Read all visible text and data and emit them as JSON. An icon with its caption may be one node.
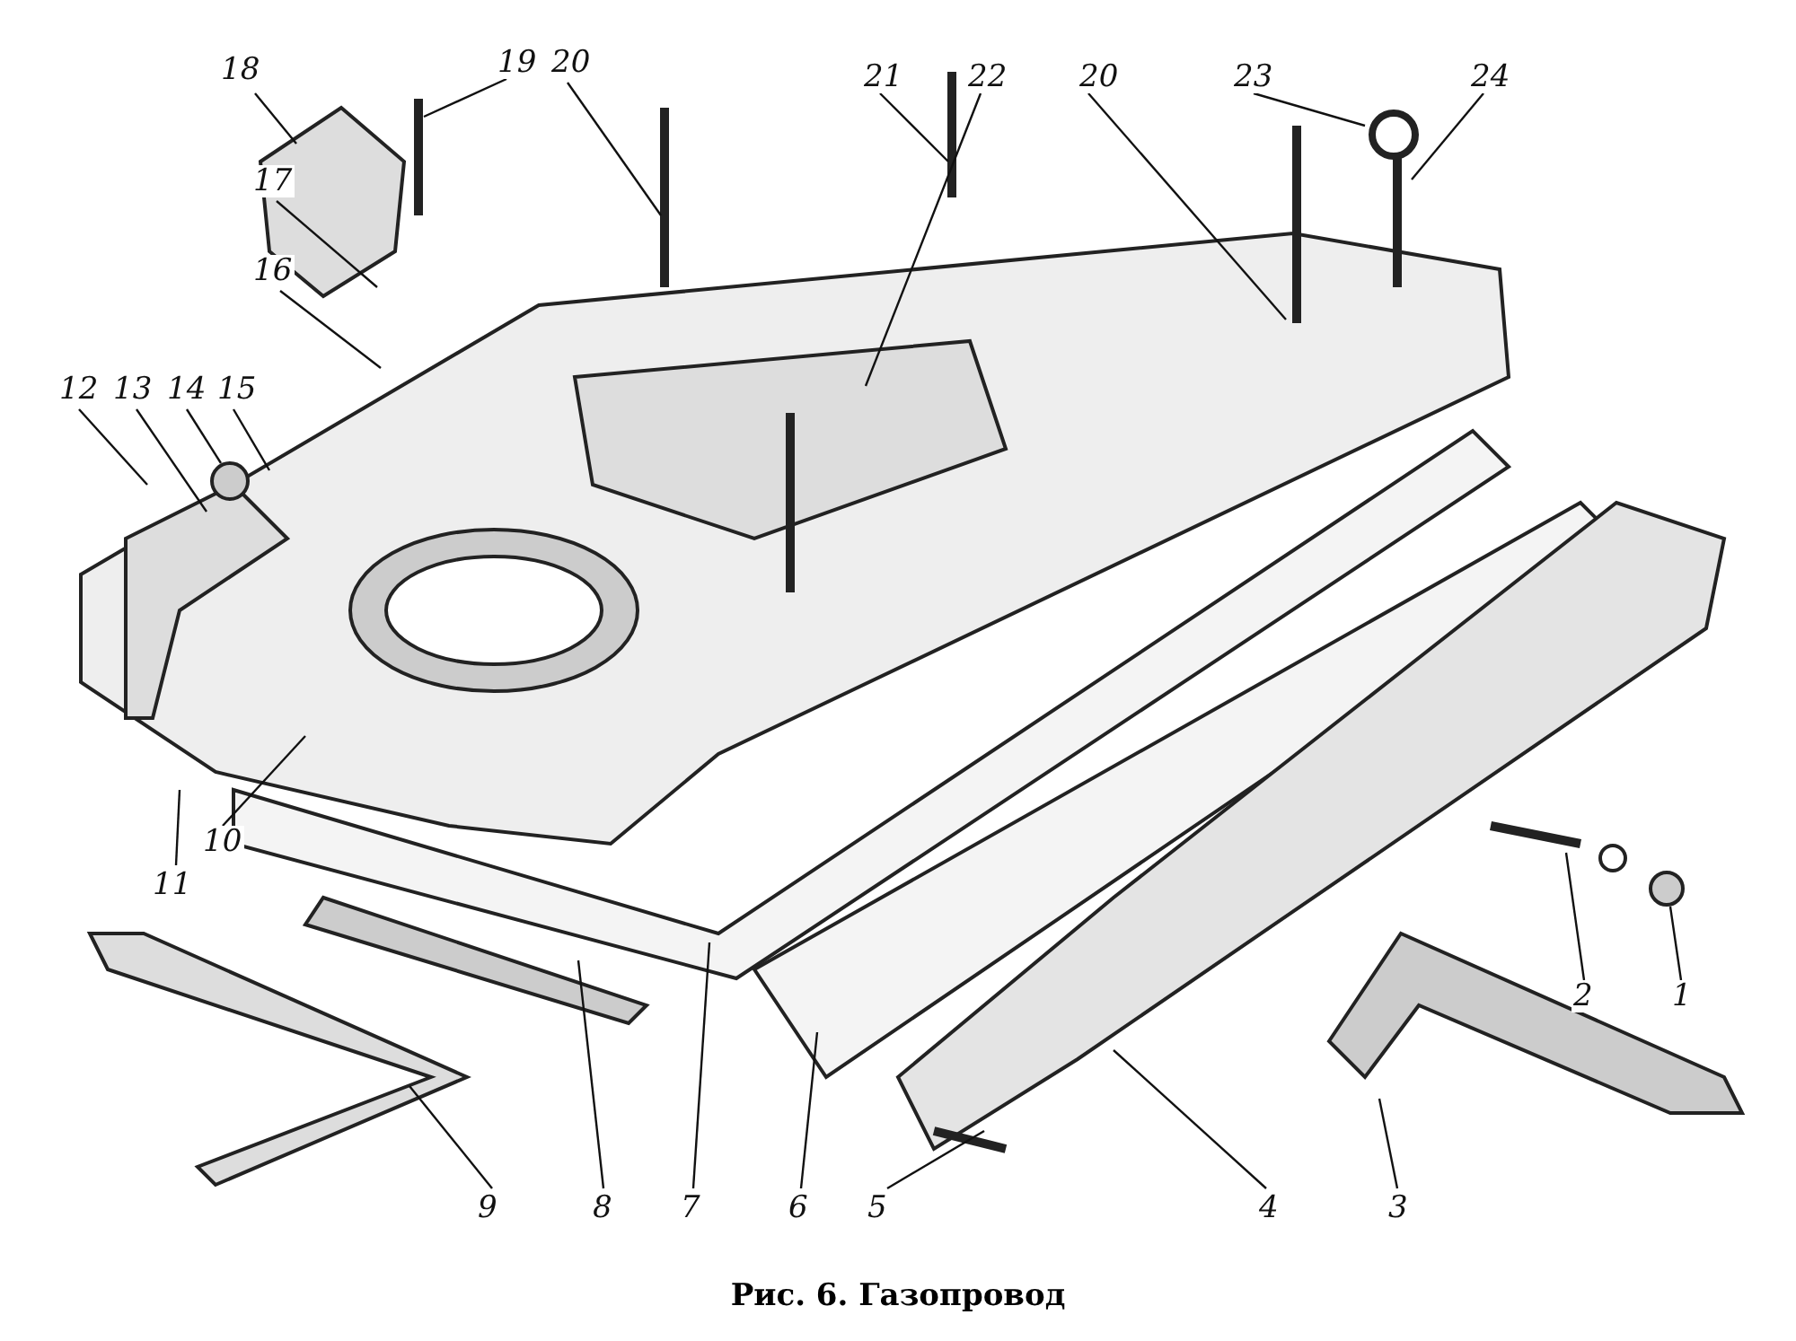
{
  "diagram": {
    "caption": "Рис. 6. Газопровод",
    "nodes": [
      {
        "text": [
          "18"
        ]
      },
      {
        "text": [
          "19"
        ]
      },
      {
        "text": [
          "20"
        ]
      },
      {
        "text": [
          "21"
        ]
      },
      {
        "text": [
          "22"
        ]
      },
      {
        "text": [
          "20"
        ]
      },
      {
        "text": [
          "23"
        ]
      },
      {
        "text": [
          "24"
        ]
      },
      {
        "text": [
          "17"
        ]
      },
      {
        "text": [
          "16"
        ]
      },
      {
        "text": [
          "12"
        ]
      },
      {
        "text": [
          "13"
        ]
      },
      {
        "text": [
          "14"
        ]
      },
      {
        "text": [
          "15"
        ]
      },
      {
        "text": [
          "11"
        ]
      },
      {
        "text": [
          "10"
        ]
      },
      {
        "text": [
          "9"
        ]
      },
      {
        "text": [
          "8"
        ]
      },
      {
        "text": [
          "7"
        ]
      },
      {
        "text": [
          "6"
        ]
      },
      {
        "text": [
          "5"
        ]
      },
      {
        "text": [
          "4"
        ]
      },
      {
        "text": [
          "3"
        ]
      },
      {
        "text": [
          "2"
        ]
      },
      {
        "text": [
          "1"
        ]
      }
    ],
    "edges": [
      {
        "from": 0,
        "to": null,
        "arrow": "none"
      },
      {
        "from": 1,
        "to": null,
        "arrow": "none"
      },
      {
        "from": 2,
        "to": null,
        "arrow": "none"
      },
      {
        "from": 3,
        "to": null,
        "arrow": "none"
      },
      {
        "from": 4,
        "to": null,
        "arrow": "none"
      },
      {
        "from": 5,
        "to": null,
        "arrow": "none"
      },
      {
        "from": 6,
        "to": null,
        "arrow": "none"
      },
      {
        "from": 7,
        "to": null,
        "arrow": "none"
      },
      {
        "from": 8,
        "to": null,
        "arrow": "none"
      },
      {
        "from": 9,
        "to": null,
        "arrow": "none"
      },
      {
        "from": 10,
        "to": null,
        "arrow": "none"
      },
      {
        "from": 11,
        "to": null,
        "arrow": "none"
      },
      {
        "from": 12,
        "to": null,
        "arrow": "none"
      },
      {
        "from": 13,
        "to": null,
        "arrow": "none"
      },
      {
        "from": 14,
        "to": null,
        "arrow": "none"
      },
      {
        "from": 15,
        "to": null,
        "arrow": "none"
      },
      {
        "from": 16,
        "to": null,
        "arrow": "none"
      },
      {
        "from": 17,
        "to": null,
        "arrow": "none"
      },
      {
        "from": 18,
        "to": null,
        "arrow": "none"
      },
      {
        "from": 19,
        "to": null,
        "arrow": "none"
      },
      {
        "from": 20,
        "to": null,
        "arrow": "none"
      },
      {
        "from": 21,
        "to": null,
        "arrow": "none"
      },
      {
        "from": 22,
        "to": null,
        "arrow": "none"
      },
      {
        "from": 23,
        "to": null,
        "arrow": "none"
      },
      {
        "from": 24,
        "to": null,
        "arrow": "none"
      }
    ]
  }
}
